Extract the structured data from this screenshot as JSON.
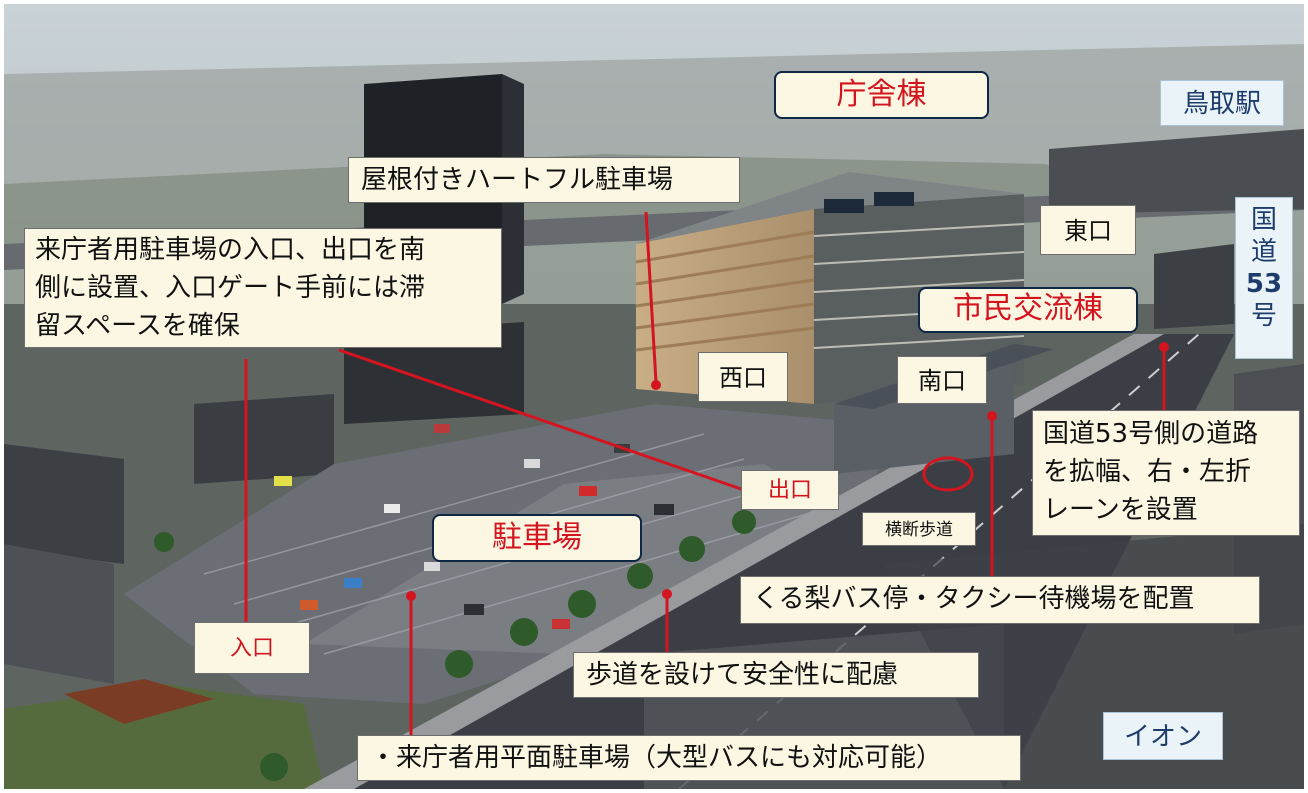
{
  "labels": {
    "chosha_to": "庁舎棟",
    "tottori_eki": "鳥取駅",
    "roof_parking": "屋根付きハートフル駐車場",
    "higashiguchi": "東口",
    "kokudo53_vertical": [
      "国",
      "道",
      "53",
      "号"
    ],
    "entrance_note": [
      "来庁者用駐車場の入口、出口を南",
      "側に設置、入口ゲート手前には滞",
      "留スペースを確保"
    ],
    "shimin_koryu_to": "市民交流棟",
    "nishiguchi": "西口",
    "minamiguchi": "南口",
    "road_widen_note": [
      "国道53号側の道路",
      "を拡幅、右・左折",
      "レーンを設置"
    ],
    "deguchi": "出口",
    "odan_hodo": "横断歩道",
    "chushajo": "駐車場",
    "bus_stop_note": "くる梨バス停・タクシー待機場を配置",
    "iriguchi": "入口",
    "sidewalk_note": "歩道を設けて安全性に配慮",
    "aeon": "イオン",
    "visitor_parking_note": "・来庁者用平面駐車場（大型バスにも対応可能）"
  },
  "colors": {
    "accent_red": "#d4141e",
    "callout_bg": "#fcf7e3",
    "title_border": "#0d2745"
  }
}
